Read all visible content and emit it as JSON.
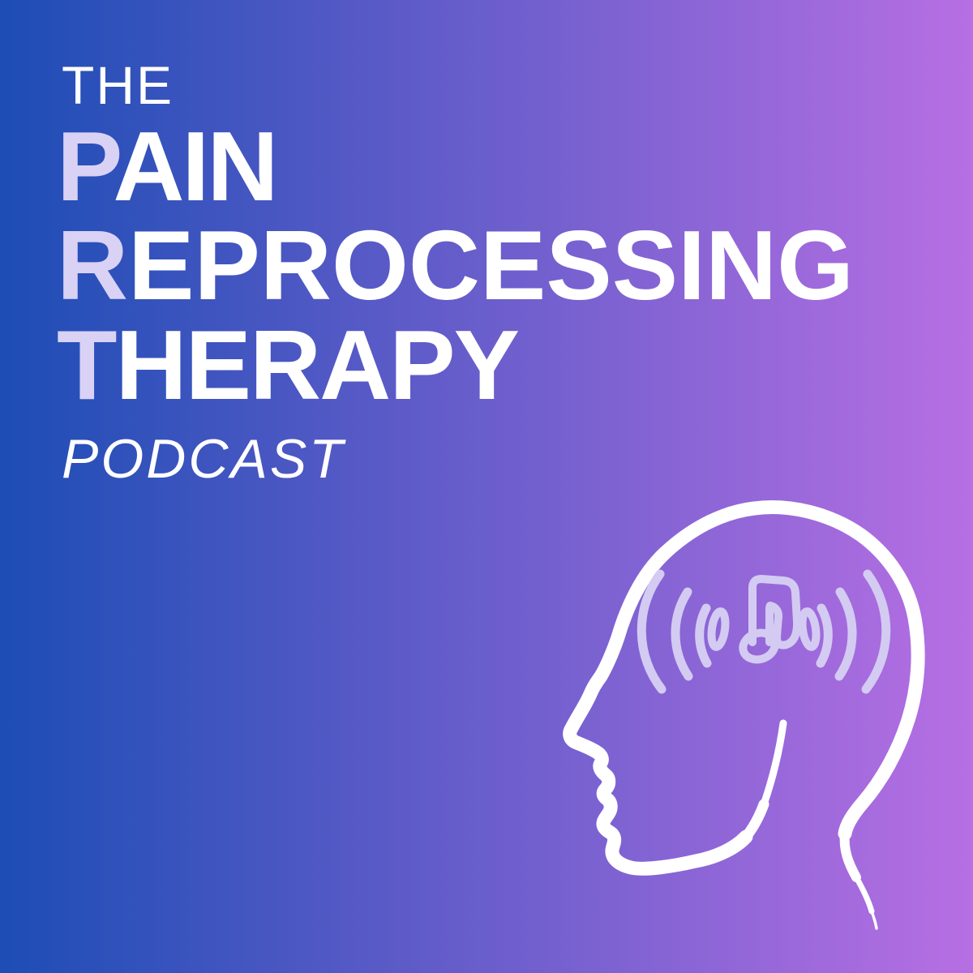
{
  "cover": {
    "kicker": "THE",
    "title_lines": [
      {
        "accent": "P",
        "rest": "AIN"
      },
      {
        "accent": "R",
        "rest": "EPROCESSING"
      },
      {
        "accent": "T",
        "rest": "HERAPY"
      }
    ],
    "subtitle": "PODCAST"
  },
  "icon": {
    "description": "head-profile-with-sound-waves-and-music-note"
  },
  "colors": {
    "gradient_left": "#1d4db5",
    "gradient_right": "#b76fe3",
    "accent_lavender": "#d9d2f5",
    "icon_lavender": "#d3cbf2",
    "outline_white": "#ffffff"
  }
}
